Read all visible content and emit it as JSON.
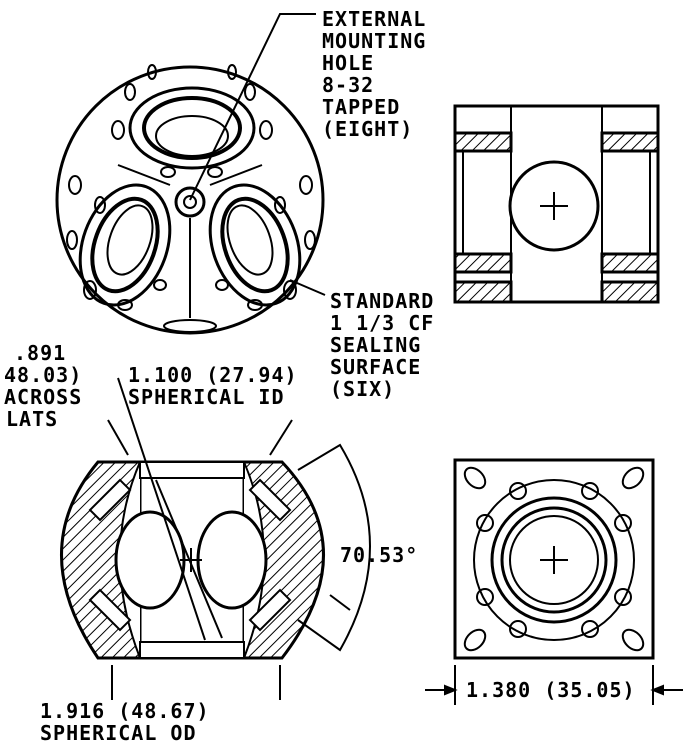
{
  "labels": {
    "mounting_hole": [
      "EXTERNAL",
      "MOUNTING",
      "HOLE",
      "8-32",
      "TAPPED",
      "(EIGHT)"
    ],
    "sealing_surface": [
      "STANDARD",
      "1 1/3 CF",
      "SEALING",
      "SURFACE",
      "(SIX)"
    ],
    "across_flats": [
      ".891",
      "48.03)",
      "ACROSS",
      "LATS"
    ],
    "spherical_id": [
      "1.100 (27.94)",
      "SPHERICAL ID"
    ],
    "angle": "70.53°",
    "spherical_od": [
      "1.916 (48.67)",
      "SPHERICAL OD"
    ],
    "width": "1.380 (35.05)"
  }
}
